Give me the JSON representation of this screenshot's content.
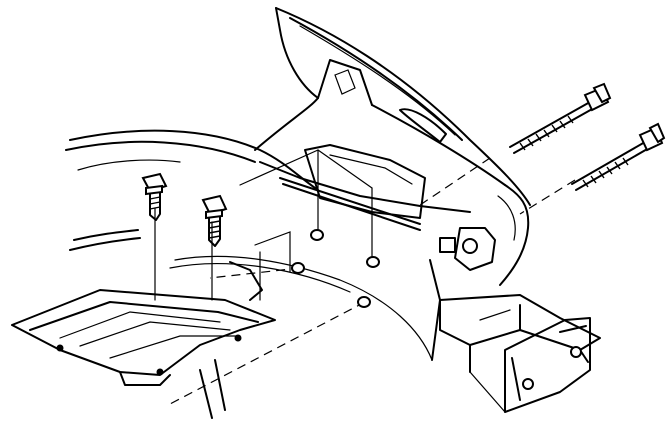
{
  "figure": {
    "kind": "exploded assembly line drawing",
    "colors": {
      "ink": "#000000",
      "paper": "#ffffff"
    },
    "components": [
      "front-fender-panel",
      "wheel-well-liner",
      "frame-rail",
      "lower-splash-shield",
      "upper-bolt-long",
      "upper-bolt-short",
      "lower-bolt-left",
      "lower-bolt-right"
    ]
  }
}
